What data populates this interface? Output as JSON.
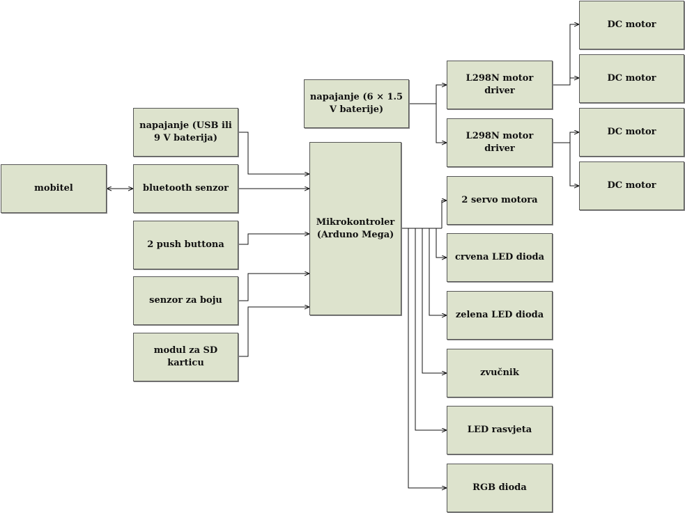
{
  "blocks": {
    "mobitel": "mobitel",
    "napajanje_usb": "napajanje (USB ili 9 V baterija)",
    "bluetooth": "bluetooth senzor",
    "push": "2 push buttona",
    "senzor_boja": "senzor za boju",
    "sd_modul": "modul za SD karticu",
    "mcu": "Mikrokontroler (Arduno Mega)",
    "napajanje_bat": "napajanje (6 × 1.5 V baterije)",
    "driver1": "L298N motor driver",
    "driver2": "L298N motor driver",
    "servo": "2 servo motora",
    "crvena": "crvena LED dioda",
    "zelena": "zelena LED dioda",
    "zvucnik": "zvučnik",
    "rasvjeta": "LED rasvjeta",
    "rgb": "RGB dioda",
    "dc1": "DC motor",
    "dc2": "DC motor",
    "dc3": "DC motor",
    "dc4": "DC motor"
  }
}
